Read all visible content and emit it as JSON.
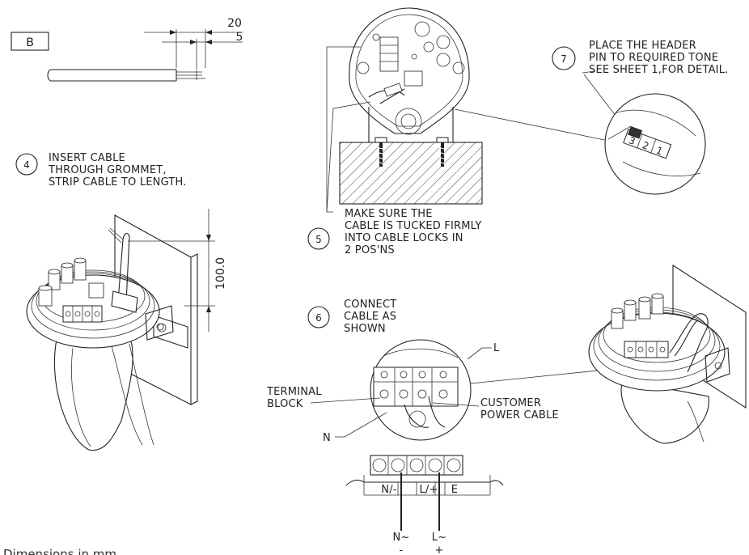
{
  "detail_b": {
    "label": "B",
    "dim_outer": "20",
    "dim_inner": "5"
  },
  "dim_100": "100.0",
  "steps": [
    {
      "num": "4",
      "lines": [
        "INSERT CABLE",
        "THROUGH GROMMET,",
        "STRIP CABLE TO LENGTH."
      ]
    },
    {
      "num": "5",
      "lines": [
        "MAKE SURE THE",
        "CABLE IS TUCKED FIRMLY",
        "INTO CABLE LOCKS IN",
        "2 POS'NS"
      ]
    },
    {
      "num": "6",
      "lines": [
        "CONNECT",
        "CABLE AS",
        "SHOWN"
      ]
    },
    {
      "num": "7",
      "lines": [
        "PLACE THE HEADER",
        "PIN TO REQUIRED TONE",
        "SEE SHEET 1,FOR DETAIL."
      ]
    }
  ],
  "callouts": {
    "terminal_block": [
      "TERMINAL",
      "BLOCK"
    ],
    "customer_cable": [
      "CUSTOMER",
      "POWER CABLE"
    ],
    "n": "N",
    "l": "L"
  },
  "terminal_labels": [
    "N/-",
    "L/+",
    "E"
  ],
  "wire_labels": {
    "neutral": "N~",
    "neutral_sign": "-",
    "live": "L~",
    "live_sign": "+"
  },
  "header_pin_digits": [
    "3",
    "2",
    "1"
  ],
  "footer": "Dimensions in mm"
}
